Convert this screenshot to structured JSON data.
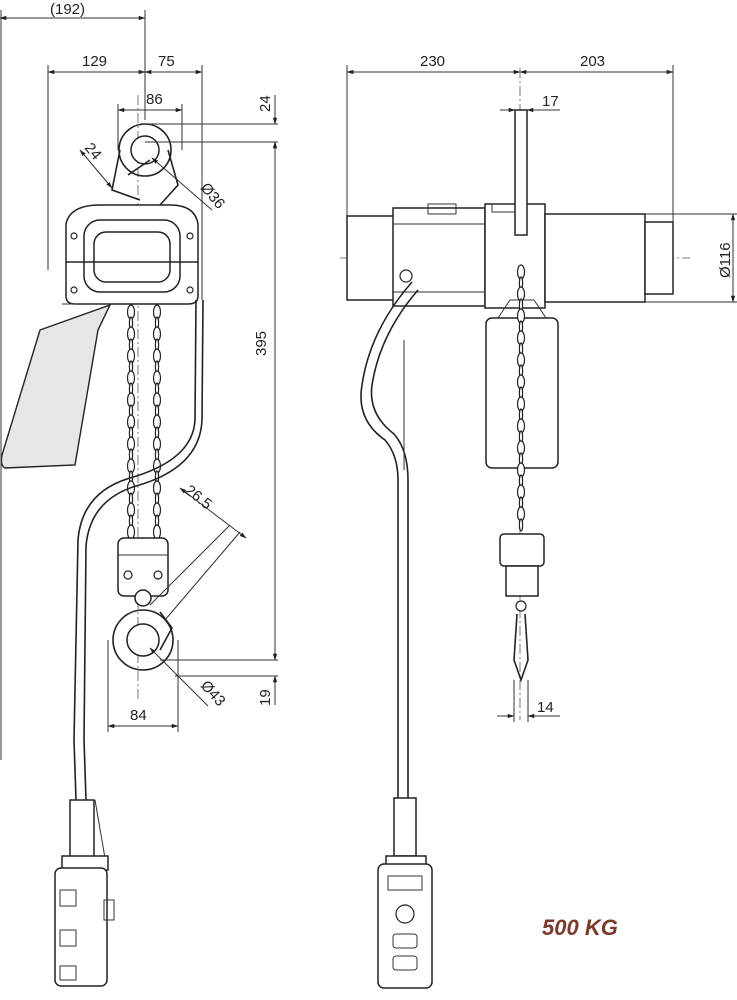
{
  "caption": "500 KG",
  "dimensions": {
    "d192": "(192)",
    "d129": "129",
    "d75": "75",
    "d86": "86",
    "d24_top": "24",
    "d24_angle": "24",
    "d36": "Ø36",
    "d395": "395",
    "d26_5": "26.5",
    "d43": "Ø43",
    "d84": "84",
    "d19": "19",
    "d230": "230",
    "d203": "203",
    "d17": "17",
    "d116": "Ø116",
    "d14": "14"
  }
}
